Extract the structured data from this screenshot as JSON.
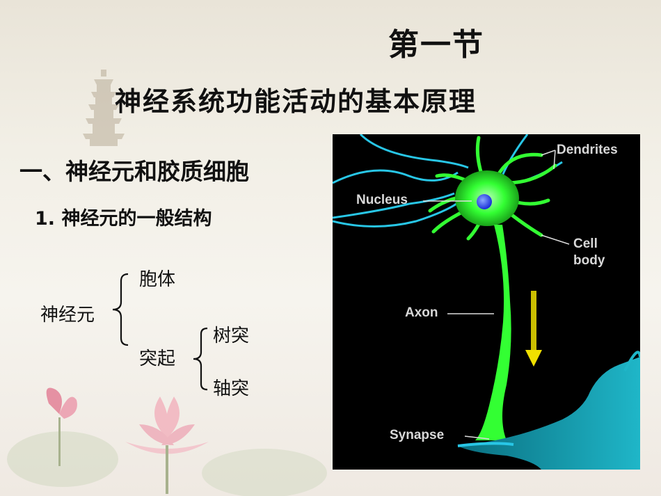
{
  "slide": {
    "chapter": "第一节",
    "title": "神经系统功能活动的基本原理",
    "section": "一、神经元和胶质细胞",
    "subsection": "1. 神经元的一般结构"
  },
  "tree": {
    "root": "神经元",
    "soma": "胞体",
    "process": "突起",
    "dendrite": "树突",
    "axon": "轴突"
  },
  "figure": {
    "labels": {
      "dendrites": "Dendrites",
      "nucleus": "Nucleus",
      "cell_body_line1": "Cell",
      "cell_body_line2": "body",
      "axon": "Axon",
      "synapse": "Synapse"
    },
    "colors": {
      "neuron": "#33ff33",
      "dendrite": "#28c6e6",
      "nucleus": "#1a3cff",
      "arrow": "#f0e000"
    }
  }
}
